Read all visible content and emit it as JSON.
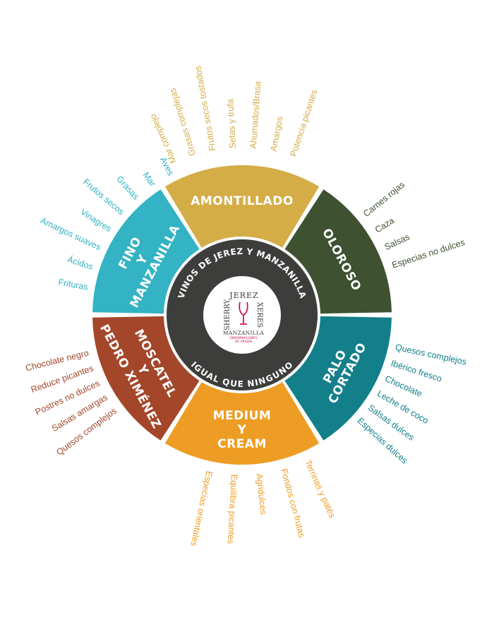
{
  "colors": {
    "amontillado": "#d5ad47",
    "oloroso": "#3e5232",
    "palo_cortado": "#137f8a",
    "medium_cream": "#ee9d24",
    "moscatel": "#a4462a",
    "fino": "#33b3c3",
    "inner_ring": "#3d3d3b",
    "accent_magenta": "#c2185b"
  },
  "center": {
    "top_text": "VINOS DE JEREZ Y MANZANILLA",
    "bottom_text": "IGUAL QUE NINGUNO",
    "logo": {
      "jerez": "JEREZ",
      "xeres": "XERES",
      "sherry": "SHERRY",
      "manzanilla": "MANZANILLA",
      "denominaciones": "DENOMINACIONES",
      "de_origen": "DE ORIGEN"
    }
  },
  "segments": [
    {
      "id": "amontillado",
      "lines": [
        "AMONTILLADO"
      ],
      "pairings": [
        "Mar complejo",
        "Grasas complejas",
        "Frutos secos tostados",
        "Setas y trufa",
        "Ahumados/Brasa",
        "Amargos",
        "Potencia picantes"
      ]
    },
    {
      "id": "oloroso",
      "lines": [
        "OLOROSO"
      ],
      "pairings": [
        "Carnes rojas",
        "Caza",
        "Salsas",
        "Especias no dulces"
      ]
    },
    {
      "id": "palo_cortado",
      "lines": [
        "PALO",
        "CORTADO"
      ],
      "pairings": [
        "Quesos complejos",
        "Ibérico fresco",
        "Chocolate",
        "Leche de coco",
        "Salsas dulces",
        "Especias dulces"
      ]
    },
    {
      "id": "medium_cream",
      "lines": [
        "MEDIUM",
        "Y",
        "CREAM"
      ],
      "pairings": [
        "Terrinas y patés",
        "Fondos con frutas",
        "Agridulces",
        "Equilibra picantes",
        "Especias orientales"
      ]
    },
    {
      "id": "moscatel",
      "lines": [
        "MOSCATEL",
        "Y",
        "PEDRO XIMÉNEZ"
      ],
      "pairings": [
        "Quesos complejos",
        "Salsas amargas",
        "Postres no dulces",
        "Reduce picantes",
        "Chocolate negro"
      ]
    },
    {
      "id": "fino",
      "lines": [
        "FINO",
        "Y",
        "MANZANILLA"
      ],
      "pairings": [
        "Aves",
        "Mar",
        "Grasas",
        "Frutos secos",
        "Vinagres",
        "Amargos suaves",
        "Ácidos",
        "Frituras"
      ]
    }
  ]
}
